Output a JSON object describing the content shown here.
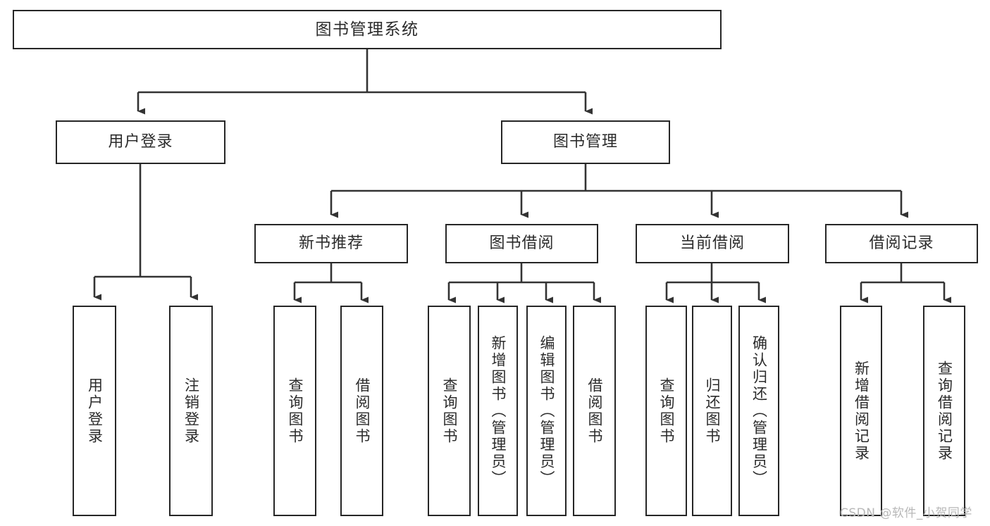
{
  "diagram": {
    "title": "图书管理系统",
    "type": "功能结构图",
    "watermark": "CSDN @软件_小贺同学",
    "colors": {
      "box_border": "#262626",
      "box_fill": "#ffffff",
      "connector": "#333333",
      "text": "#2b2b2b",
      "watermark": "#b8b8b8",
      "background": "#ffffff"
    }
  },
  "nodes": {
    "root": {
      "label": "图书管理系统"
    },
    "level2": [
      {
        "id": "user-login",
        "label": "用户登录"
      },
      {
        "id": "book-management",
        "label": "图书管理"
      }
    ],
    "level3": [
      {
        "id": "new-book-recommend",
        "label": "新书推荐"
      },
      {
        "id": "book-borrow",
        "label": "图书借阅"
      },
      {
        "id": "current-borrow",
        "label": "当前借阅"
      },
      {
        "id": "borrow-record",
        "label": "借阅记录"
      }
    ],
    "leaves": {
      "user_login": [
        {
          "id": "leaf-user-login",
          "label": "用户登录"
        },
        {
          "id": "leaf-logout-login",
          "label": "注销登录"
        }
      ],
      "new_book_recommend": [
        {
          "id": "leaf-query-book-1",
          "label": "查询图书"
        },
        {
          "id": "leaf-borrow-book-1",
          "label": "借阅图书"
        }
      ],
      "book_borrow": [
        {
          "id": "leaf-query-book-2",
          "label": "查询图书"
        },
        {
          "id": "leaf-add-book",
          "label": "新增图书（管理员）"
        },
        {
          "id": "leaf-edit-book",
          "label": "编辑图书（管理员）"
        },
        {
          "id": "leaf-borrow-book-2",
          "label": "借阅图书"
        }
      ],
      "current_borrow": [
        {
          "id": "leaf-query-book-3",
          "label": "查询图书"
        },
        {
          "id": "leaf-return-book",
          "label": "归还图书"
        },
        {
          "id": "leaf-confirm-return",
          "label": "确认归还（管理员）"
        }
      ],
      "borrow_record": [
        {
          "id": "leaf-add-borrow-record",
          "label": "新增借阅记录"
        },
        {
          "id": "leaf-query-borrow-record",
          "label": "查询借阅记录"
        }
      ]
    }
  }
}
